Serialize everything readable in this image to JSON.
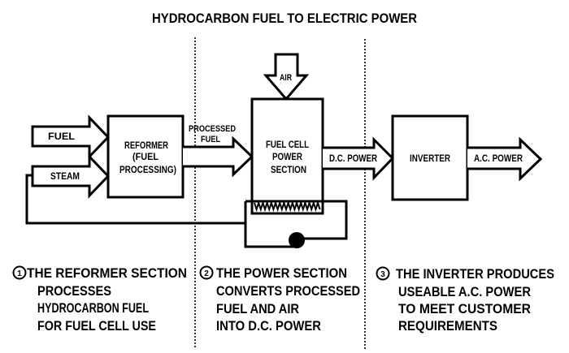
{
  "title": "HYDROCARBON FUEL TO ELECTRIC POWER",
  "colors": {
    "ink": "#000000",
    "paper": "#ffffff"
  },
  "inputs": {
    "fuel": "FUEL",
    "steam": "STEAM",
    "air": "AIR"
  },
  "blocks": {
    "reformer": [
      "REFORMER",
      "(FUEL",
      "PROCESSING)"
    ],
    "fuel_cell": [
      "FUEL CELL",
      "POWER",
      "SECTION"
    ],
    "inverter": [
      "INVERTER"
    ]
  },
  "flows": {
    "processed_fuel": [
      "PROCESSED",
      "FUEL"
    ],
    "dc_power": "D.C. POWER",
    "ac_power": "A.C. POWER"
  },
  "sections": [
    {
      "number": "1",
      "lines": [
        "THE REFORMER SECTION",
        "PROCESSES",
        "HYDROCARBON FUEL",
        "FOR FUEL CELL USE"
      ]
    },
    {
      "number": "2",
      "lines": [
        "THE POWER SECTION",
        "CONVERTS PROCESSED",
        "FUEL AND AIR",
        "INTO D.C. POWER"
      ]
    },
    {
      "number": "3",
      "lines": [
        "THE INVERTER PRODUCES",
        "USEABLE A.C. POWER",
        "TO MEET CUSTOMER",
        "REQUIREMENTS"
      ]
    }
  ]
}
